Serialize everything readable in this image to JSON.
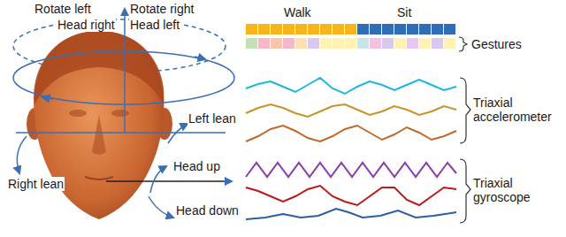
{
  "diagram": {
    "labels": [
      "Rotate left",
      "Rotate right",
      "Head right",
      "Head left",
      "Walk",
      "Sit",
      "Gestures",
      "Left lean",
      "Triaxial accelerometer",
      "Head up",
      "Right lean",
      "Head down",
      "Triaxial gyroscope"
    ]
  }
}
